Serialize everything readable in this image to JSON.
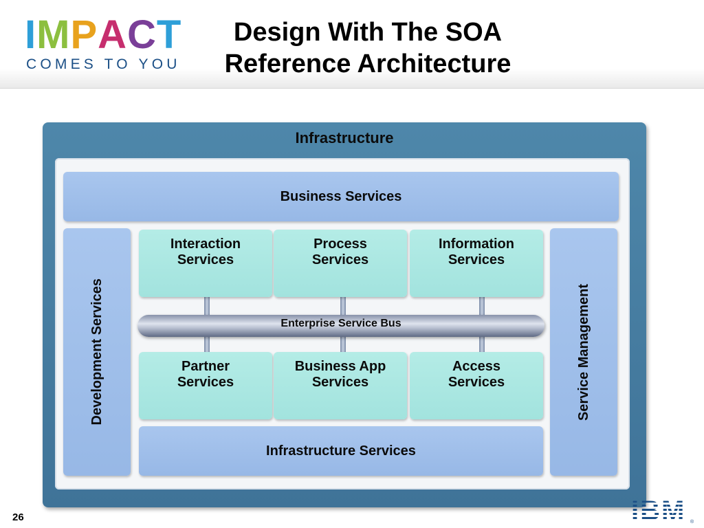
{
  "header": {
    "logo": {
      "letters": [
        {
          "char": "I",
          "color": "#2e9fd8"
        },
        {
          "char": "M",
          "color": "#8cbf3f"
        },
        {
          "char": "P",
          "color": "#e8a21d"
        },
        {
          "char": "A",
          "color": "#c62e6e"
        },
        {
          "char": "C",
          "color": "#7a3f98"
        },
        {
          "char": "T",
          "color": "#2e9fd8"
        }
      ],
      "tagline": "COMES TO YOU"
    },
    "title_line1": "Design With The SOA",
    "title_line2": "Reference Architecture"
  },
  "diagram": {
    "infrastructure_label": "Infrastructure",
    "business_services": "Business Services",
    "development_services": "Development Services",
    "service_management": "Service Management",
    "top_services": [
      {
        "line1": "Interaction",
        "line2": "Services"
      },
      {
        "line1": "Process",
        "line2": "Services"
      },
      {
        "line1": "Information",
        "line2": "Services"
      }
    ],
    "esb_label": "Enterprise Service Bus",
    "bottom_services": [
      {
        "line1": "Partner",
        "line2": "Services"
      },
      {
        "line1": "Business App",
        "line2": "Services"
      },
      {
        "line1": "Access",
        "line2": "Services"
      }
    ],
    "infrastructure_services": "Infrastructure Services"
  },
  "footer": {
    "page_number": "26",
    "brand": "IBM",
    "registered_mark": "®"
  }
}
